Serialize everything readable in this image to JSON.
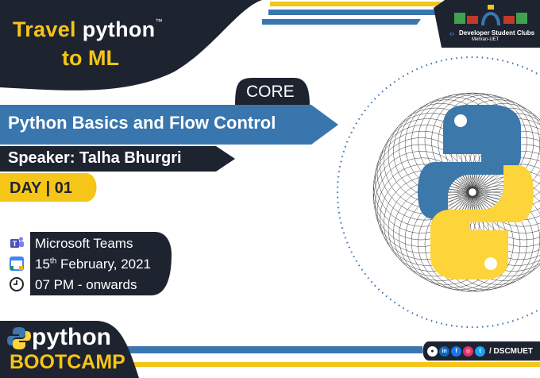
{
  "header": {
    "title_word1": "Travel",
    "title_word2": "python",
    "trademark": "™",
    "title_line2": "to ML"
  },
  "organizer": {
    "name": "Developer Student Clubs",
    "campus": "Mehran-UET"
  },
  "session": {
    "track": "CORE",
    "title": "Python Basics and Flow Control",
    "speaker": "Speaker: Talha Bhurgri",
    "day": "DAY | 01"
  },
  "details": {
    "platform": "Microsoft Teams",
    "date_day": "15",
    "date_suffix": "th",
    "date_rest": " February, 2021",
    "time": "07 PM - onwards"
  },
  "bootcamp": {
    "line1": "python",
    "line2": "BOOTCAMP"
  },
  "social": {
    "handle": "/ DSCMUET",
    "icons": [
      "github-icon",
      "linkedin-icon",
      "facebook-icon",
      "instagram-icon",
      "twitter-icon"
    ]
  },
  "colors": {
    "dark": "#1e2330",
    "blue": "#3a76ae",
    "yellow": "#f5c518",
    "python_blue": "#3c78aa",
    "python_yellow": "#fdd439"
  }
}
